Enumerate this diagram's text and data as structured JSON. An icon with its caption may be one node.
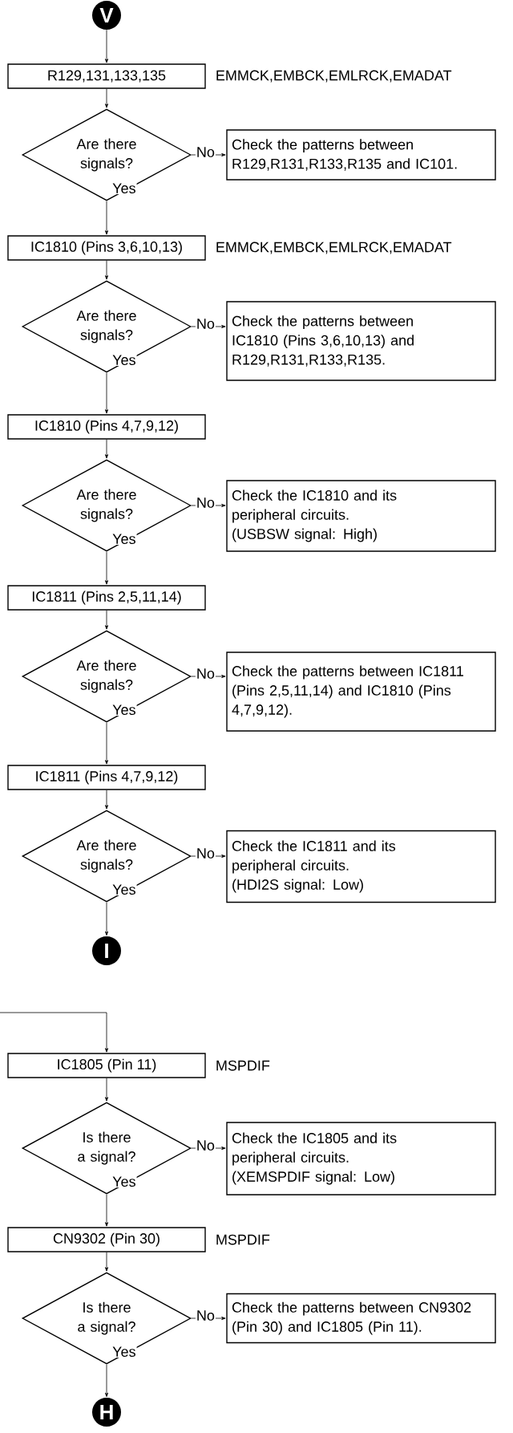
{
  "diagram": {
    "nodes": [
      {
        "text": [
          "V"
        ]
      },
      {
        "text": [
          "R129,131,133,135"
        ],
        "beside": [
          "EMMCK,EMBCK,EMLRCK,EMADAT"
        ]
      },
      {
        "text": [
          "Are there signals?"
        ]
      },
      {
        "text": [
          "Check the patterns between R129,R131,R133,R135 and IC101."
        ]
      },
      {
        "text": [
          "IC1810 (Pins 3,6,10,13)"
        ],
        "beside": [
          "EMMCK,EMBCK,EMLRCK,EMADAT"
        ]
      },
      {
        "text": [
          "Are there signals?"
        ]
      },
      {
        "text": [
          "Check the patterns between IC1810 (Pins 3,6,10,13) and R129,R131,R133,R135."
        ]
      },
      {
        "text": [
          "IC1810 (Pins 4,7,9,12)"
        ]
      },
      {
        "text": [
          "Are there signals?"
        ]
      },
      {
        "text": [
          "Check the IC1810 and its peripheral circuits.",
          "(USBSW signal: High)"
        ]
      },
      {
        "text": [
          "IC1811 (Pins 2,5,11,14)"
        ]
      },
      {
        "text": [
          "Are there signals?"
        ]
      },
      {
        "text": [
          "Check the patterns between IC1811 (Pins 2,5,11,14) and IC1810 (Pins 4,7,9,12)."
        ]
      },
      {
        "text": [
          "IC1811 (Pins 4,7,9,12)"
        ]
      },
      {
        "text": [
          "Are there signals?"
        ]
      },
      {
        "text": [
          "Check the IC1811 and its peripheral circuits.",
          "(HDI2S signal: Low)"
        ]
      },
      {
        "text": [
          "I"
        ]
      },
      {
        "text": [
          "IC1805 (Pin 11)"
        ],
        "beside": [
          "MSPDIF"
        ]
      },
      {
        "text": [
          "Is there a signal?"
        ]
      },
      {
        "text": [
          "Check the IC1805 and its peripheral circuits.",
          "(XEMSPDIF signal: Low)"
        ]
      },
      {
        "text": [
          "CN9302 (Pin 30)"
        ],
        "beside": [
          "MSPDIF"
        ]
      },
      {
        "text": [
          "Is there a signal?"
        ]
      },
      {
        "text": [
          "Check the patterns between CN9302 (Pin 30) and IC1805 (Pin 11)."
        ]
      },
      {
        "text": [
          "H"
        ]
      }
    ],
    "edges": [
      {
        "from": 0,
        "to": 1,
        "arrow": "to"
      },
      {
        "from": 1,
        "to": 2,
        "arrow": "to"
      },
      {
        "from": 2,
        "to": 3,
        "arrow": "to",
        "label": "No"
      },
      {
        "from": 2,
        "to": 4,
        "arrow": "to",
        "label": "Yes"
      },
      {
        "from": 4,
        "to": 5,
        "arrow": "to"
      },
      {
        "from": 5,
        "to": 6,
        "arrow": "to",
        "label": "No"
      },
      {
        "from": 5,
        "to": 7,
        "arrow": "to",
        "label": "Yes"
      },
      {
        "from": 7,
        "to": 8,
        "arrow": "to"
      },
      {
        "from": 8,
        "to": 9,
        "arrow": "to",
        "label": "No"
      },
      {
        "from": 8,
        "to": 10,
        "arrow": "to",
        "label": "Yes"
      },
      {
        "from": 10,
        "to": 11,
        "arrow": "to"
      },
      {
        "from": 11,
        "to": 12,
        "arrow": "to",
        "label": "No"
      },
      {
        "from": 11,
        "to": 13,
        "arrow": "to",
        "label": "Yes"
      },
      {
        "from": 13,
        "to": 14,
        "arrow": "to"
      },
      {
        "from": 14,
        "to": 15,
        "arrow": "to",
        "label": "No"
      },
      {
        "from": 14,
        "to": 16,
        "arrow": "to",
        "label": "Yes"
      },
      {
        "from": null,
        "to": 17,
        "arrow": "to"
      },
      {
        "from": 17,
        "to": 18,
        "arrow": "to"
      },
      {
        "from": 18,
        "to": 19,
        "arrow": "to",
        "label": "No"
      },
      {
        "from": 18,
        "to": 20,
        "arrow": "to",
        "label": "Yes"
      },
      {
        "from": 20,
        "to": 21,
        "arrow": "to"
      },
      {
        "from": 21,
        "to": 22,
        "arrow": "to",
        "label": "No"
      },
      {
        "from": 21,
        "to": 23,
        "arrow": "to",
        "label": "Yes"
      }
    ]
  }
}
